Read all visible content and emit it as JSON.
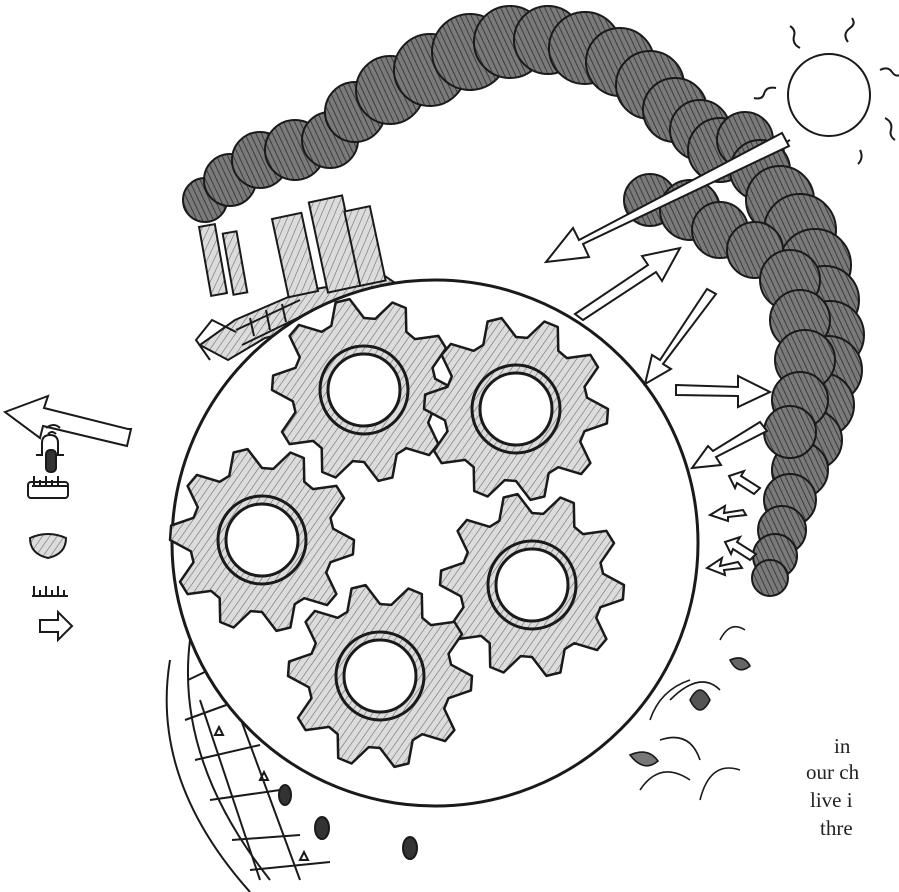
{
  "illustration": {
    "colors": {
      "ink": "#1a1a1a",
      "paper": "#ffffff",
      "gear_fill": "#d9d9d9",
      "smoke_fill": "#6a6a6a"
    },
    "gear_count": 5
  },
  "text_fragments": [
    "in",
    "our ch",
    "live i",
    "thre"
  ]
}
